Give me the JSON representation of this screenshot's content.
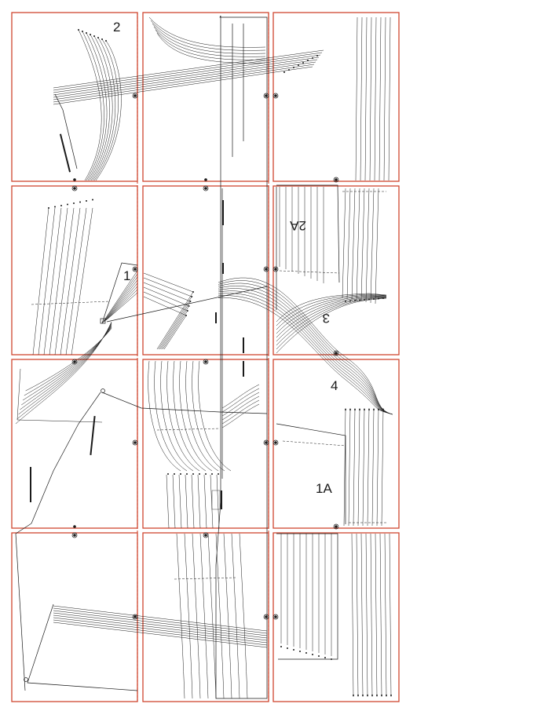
{
  "document": {
    "labels": {
      "piece_2": "2",
      "piece_1": "1",
      "piece_2a": "2A",
      "piece_3": "3",
      "piece_4": "4",
      "piece_1a": "1A"
    }
  }
}
